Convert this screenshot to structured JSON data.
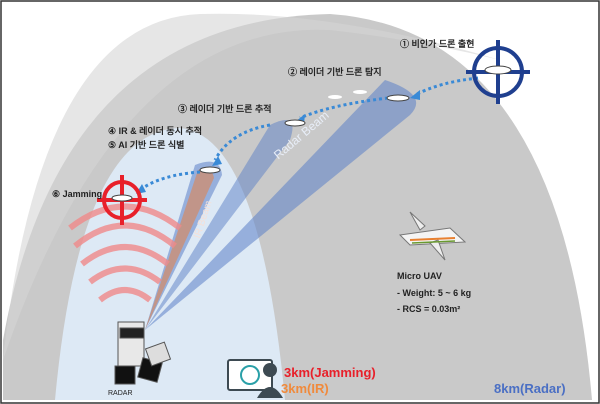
{
  "steps": {
    "s1": "① 비인가 드론 출현",
    "s2": "② 레이더 기반 드론 탐지",
    "s3": "③ 레이더 기반 드론 추적",
    "s4": "④ IR & 레이더 동시 추적",
    "s5": "⑤ AI 기반 드론 식별",
    "s6": "⑥ Jamming"
  },
  "beams": {
    "radar": "Radar Beam",
    "ir": "IR Beam"
  },
  "uav": {
    "title": "Micro UAV",
    "weight": "- Weight: 5 ~ 6 kg",
    "rcs": "- RCS = 0.03m²"
  },
  "radar_label": "RADAR",
  "ranges": {
    "jamming": "3km(Jamming)",
    "ir": "3km(IR)",
    "radar": "8km(Radar)"
  },
  "colors": {
    "jamming": "#e8202a",
    "ir": "#f08a3c",
    "radar": "#4a6fc4",
    "target": "#1f3f8f"
  }
}
